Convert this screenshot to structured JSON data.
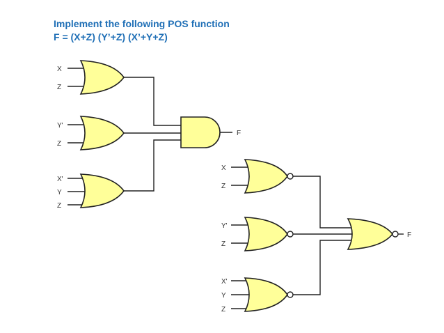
{
  "heading": {
    "line1": "Implement the following POS function",
    "line2": "F = (X+Z) (Y’+Z) (X’+Y+Z)"
  },
  "diagram_top": {
    "gate1_inputs": [
      "X",
      "Z"
    ],
    "gate2_inputs": [
      "Y'",
      "Z"
    ],
    "gate3_inputs": [
      "X'",
      "Y",
      "Z"
    ],
    "output": "F"
  },
  "diagram_bottom": {
    "gate1_inputs": [
      "X",
      "Z"
    ],
    "gate2_inputs": [
      "Y'",
      "Z"
    ],
    "gate3_inputs": [
      "X'",
      "Y",
      "Z"
    ],
    "output": "F"
  },
  "colors": {
    "gate_fill": "#ffff99",
    "title": "#1f6fb6"
  }
}
